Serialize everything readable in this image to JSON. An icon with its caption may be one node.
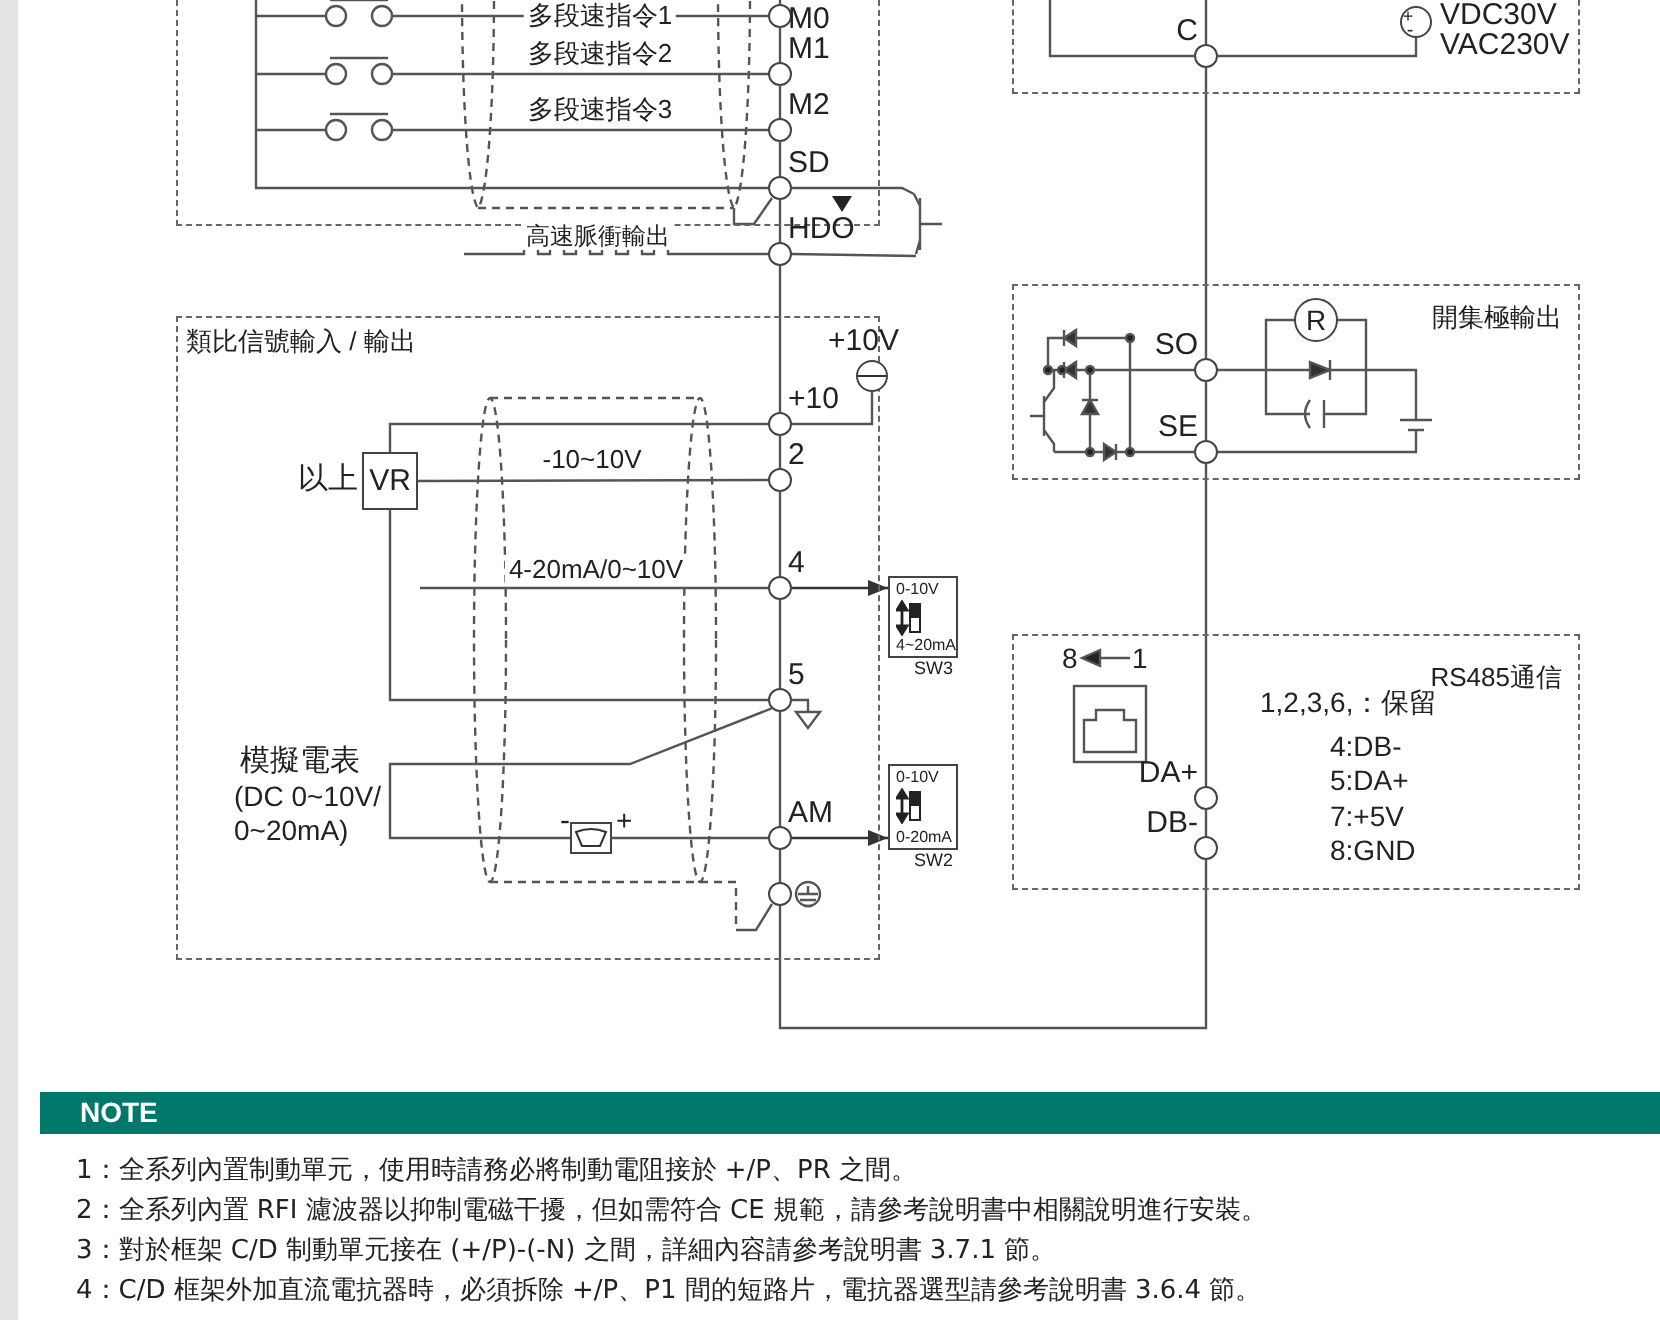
{
  "diagram": {
    "nodes": [
      {
        "text": [],
        "shape": "box"
      },
      {
        "text": [
          "M0"
        ],
        "in": 0
      },
      {
        "text": [
          "M1"
        ],
        "in": 0
      },
      {
        "text": [
          "M2"
        ],
        "in": 0
      },
      {
        "text": [
          "SD"
        ],
        "in": 0
      },
      {
        "text": [
          "HDO"
        ]
      },
      {
        "text": [],
        "shape": "box"
      },
      {
        "text": [
          "C"
        ],
        "in": 6
      },
      {
        "text": [
          "類比信號輸入 / 輸出"
        ]
      },
      {
        "text": [
          "+10"
        ],
        "in": 8
      },
      {
        "text": [
          "2"
        ],
        "in": 8
      },
      {
        "text": [
          "4"
        ],
        "in": 8
      },
      {
        "text": [
          "5"
        ],
        "in": 8
      },
      {
        "text": [
          "AM"
        ],
        "in": 8
      },
      {
        "text": [],
        "shape": "circle",
        "in": 8
      },
      {
        "text": [
          "VR"
        ],
        "beside": [
          "以上"
        ],
        "in": 8
      },
      {
        "text": [
          "0-10V",
          "4~20mA"
        ],
        "beside": [
          "SW3"
        ]
      },
      {
        "text": [
          "0-10V",
          "0-20mA"
        ],
        "beside": [
          "SW2"
        ]
      },
      {
        "text": [],
        "shape": "box",
        "in": 8
      },
      {
        "text": [
          "開集極輸出"
        ]
      },
      {
        "text": [
          "SO"
        ],
        "in": 19
      },
      {
        "text": [
          "SE"
        ],
        "in": 19
      },
      {
        "text": [
          "R"
        ],
        "in": 19
      },
      {
        "text": [
          "RS485通信"
        ]
      },
      {
        "text": [
          "DA+"
        ],
        "in": 23
      },
      {
        "text": [
          "DB-"
        ],
        "in": 23
      },
      {
        "text": [],
        "shape": "circle",
        "beside": [
          "+10V"
        ],
        "in": 8
      },
      {
        "text": [],
        "shape": "circle",
        "beside": [
          "VDC30V",
          "VAC230V"
        ],
        "in": 6
      },
      {
        "text": [],
        "shape": "picture",
        "in": 0
      },
      {
        "text": [],
        "shape": "picture"
      },
      {
        "text": [],
        "shape": "picture",
        "in": 19
      }
    ],
    "edges": [
      {
        "from": null,
        "to": 1,
        "arrow": "none"
      },
      {
        "from": 28,
        "to": 1,
        "arrow": "none",
        "label": "多段速指令1"
      },
      {
        "from": 28,
        "to": 2,
        "arrow": "none",
        "label": "多段速指令2"
      },
      {
        "from": 28,
        "to": 3,
        "arrow": "none",
        "label": "多段速指令3"
      },
      {
        "from": 28,
        "to": 4,
        "arrow": "none"
      },
      {
        "from": 1,
        "to": 2,
        "arrow": "none"
      },
      {
        "from": 2,
        "to": 3,
        "arrow": "none"
      },
      {
        "from": 3,
        "to": 4,
        "arrow": "none"
      },
      {
        "from": 4,
        "to": 5,
        "arrow": "none"
      },
      {
        "from": 4,
        "to": 29,
        "arrow": "none"
      },
      {
        "from": 5,
        "to": 29,
        "arrow": "none"
      },
      {
        "from": null,
        "to": 5,
        "arrow": "none",
        "label": "高速脈衝輸出"
      },
      {
        "from": 5,
        "to": 9,
        "arrow": "none"
      },
      {
        "from": 9,
        "to": 10,
        "arrow": "none"
      },
      {
        "from": 10,
        "to": 11,
        "arrow": "none"
      },
      {
        "from": 11,
        "to": 12,
        "arrow": "none"
      },
      {
        "from": 12,
        "to": 13,
        "arrow": "none"
      },
      {
        "from": 13,
        "to": 14,
        "arrow": "none"
      },
      {
        "from": 14,
        "to": 25,
        "arrow": "none"
      },
      {
        "from": 25,
        "to": 24,
        "arrow": "none"
      },
      {
        "from": 24,
        "to": 21,
        "arrow": "none"
      },
      {
        "from": 21,
        "to": 20,
        "arrow": "none"
      },
      {
        "from": 20,
        "to": 7,
        "arrow": "none"
      },
      {
        "from": 7,
        "to": null,
        "arrow": "none"
      },
      {
        "from": 7,
        "to": null,
        "arrow": "none"
      },
      {
        "from": 7,
        "to": 27,
        "arrow": "none"
      },
      {
        "from": 26,
        "to": 9,
        "arrow": "none"
      },
      {
        "from": 15,
        "to": 9,
        "arrow": "none"
      },
      {
        "from": 15,
        "to": 10,
        "arrow": "none",
        "label": "-10~10V"
      },
      {
        "from": 15,
        "to": 12,
        "arrow": "none"
      },
      {
        "from": null,
        "to": 11,
        "arrow": "none",
        "label": "4-20mA/0~10V"
      },
      {
        "from": 11,
        "to": 16,
        "arrow": "to"
      },
      {
        "from": 13,
        "to": 17,
        "arrow": "to"
      },
      {
        "from": 12,
        "to": 18,
        "arrow": "none"
      },
      {
        "from": 18,
        "to": 13,
        "arrow": "none"
      },
      {
        "from": 20,
        "to": 22,
        "arrow": "none"
      },
      {
        "from": 20,
        "to": 30,
        "arrow": "none"
      },
      {
        "from": 21,
        "to": 30,
        "arrow": "none"
      }
    ],
    "labels": [
      "+",
      "-",
      "模擬電表",
      "(DC 0~10V/ 0~20mA)",
      "-",
      "+",
      "8",
      "1",
      "1,2,3,6,：保留",
      "4:DB-",
      "5:DA+",
      "7:+5V",
      "8:GND",
      "NOTE",
      "1：全系列內置制動單元，使用時請務必將制動電阻接於 +/P、PR 之間。",
      "2：全系列內置 RFI 濾波器以抑制電磁干擾，但如需符合 CE 規範，請參考說明書中相關說明進行安裝。",
      "3：對於框架 C/D 制動單元接在 (+/P)-(-N) 之間，詳細內容請參考說明書 3.7.1 節。",
      "4：C/D 框架外加直流電抗器時，必須拆除 +/P、P1 間的短路片，電抗器選型請參考說明書 3.6.4 節。"
    ]
  }
}
